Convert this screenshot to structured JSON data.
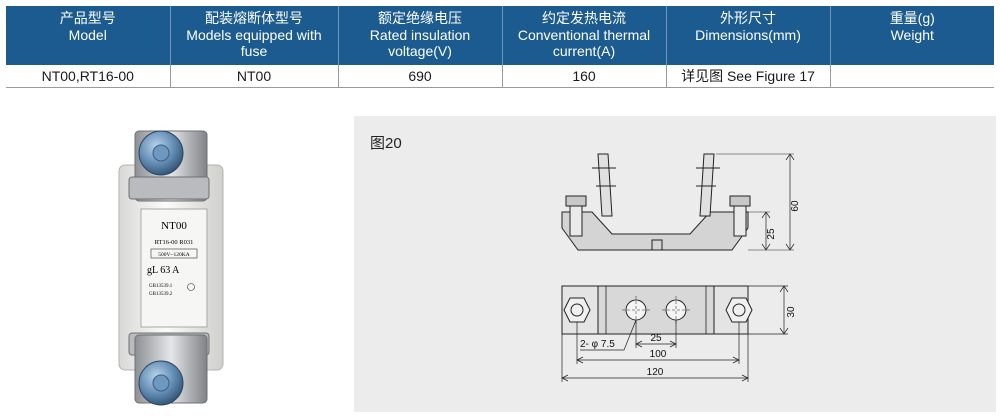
{
  "table": {
    "headers": [
      {
        "zh": "产品型号",
        "en": "Model"
      },
      {
        "zh": "配装熔断体型号",
        "en": "Models equipped with fuse"
      },
      {
        "zh": "额定绝缘电压",
        "en": "Rated insulation voltage(V)"
      },
      {
        "zh": "约定发热电流",
        "en": "Conventional thermal current(A)"
      },
      {
        "zh": "外形尺寸",
        "en": "Dimensions(mm)"
      },
      {
        "zh": "重量(g)",
        "en": "Weight"
      }
    ],
    "row": [
      "NT00,RT16-00",
      "NT00",
      "690",
      "160",
      "详见图 See Figure 17",
      ""
    ]
  },
  "photo": {
    "fuse_text": {
      "model": "NT00",
      "line1": "RT16-00 R031",
      "line2": "500V~120KA",
      "rating": "gL  63  A",
      "std1": "GB13539.1",
      "std2": "GB13539.2"
    }
  },
  "figure": {
    "label": "图20",
    "dims": {
      "height_total": "60",
      "height_part": "25",
      "width_small": "30",
      "hole": "2- φ 7.5",
      "pitch": "25",
      "span": "100",
      "overall": "120"
    }
  },
  "colors": {
    "header_bg": "#1b5b8f",
    "drawing_bg": "#ececec"
  }
}
